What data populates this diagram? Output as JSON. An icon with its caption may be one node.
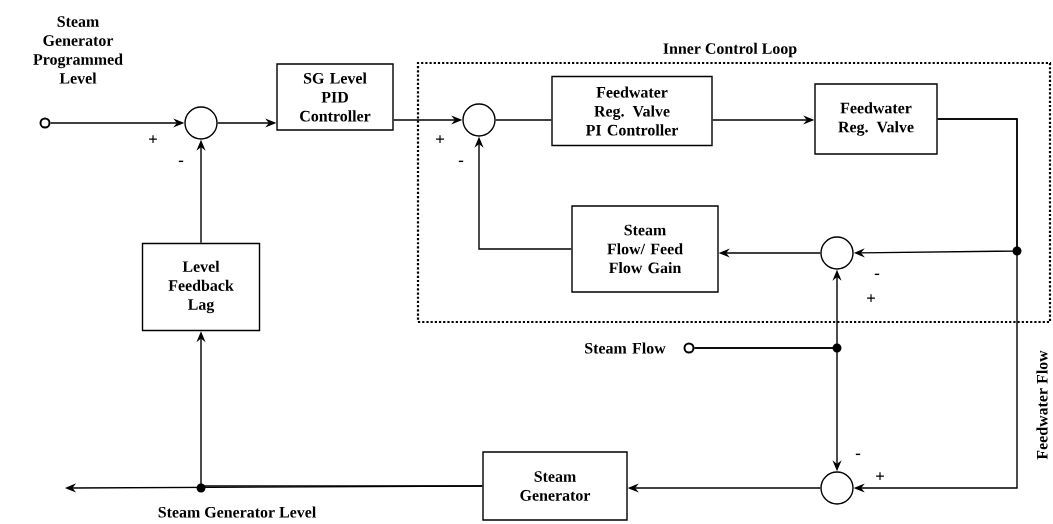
{
  "diagram": {
    "nodes": [
      {
        "text": [
          "Steam Generator Programmed Level"
        ]
      },
      {
        "text": [],
        "shape": "circle"
      },
      {
        "text": [
          "SG Level PID Controller"
        ]
      },
      {
        "text": [
          "Inner Control Loop"
        ]
      },
      {
        "text": [],
        "shape": "circle",
        "in": 3
      },
      {
        "text": [
          "Feedwater Reg. Valve PI Controller"
        ],
        "in": 3
      },
      {
        "text": [
          "Feedwater Reg. Valve"
        ],
        "in": 3
      },
      {
        "text": [
          "Steam Flow/ Feed Flow Gain"
        ],
        "in": 3
      },
      {
        "text": [],
        "shape": "circle",
        "in": 3
      },
      {
        "text": [
          "Steam Flow"
        ]
      },
      {
        "text": [
          "Level Feedback Lag"
        ]
      },
      {
        "text": [
          "Steam Generator"
        ]
      },
      {
        "text": [],
        "shape": "circle"
      }
    ],
    "edges": [
      {
        "from": 0,
        "to": 1,
        "arrow": "to"
      },
      {
        "from": 1,
        "to": 2,
        "arrow": "to"
      },
      {
        "from": 2,
        "to": 4,
        "arrow": "to"
      },
      {
        "from": 4,
        "to": 5,
        "arrow": "none"
      },
      {
        "from": 5,
        "to": 6,
        "arrow": "to"
      },
      {
        "from": 6,
        "to": 8,
        "arrow": "to"
      },
      {
        "from": 6,
        "to": 12,
        "arrow": "to",
        "label": "Feedwater Flow"
      },
      {
        "from": 8,
        "to": 7,
        "arrow": "to"
      },
      {
        "from": 7,
        "to": 4,
        "arrow": "to"
      },
      {
        "from": 9,
        "to": 8,
        "arrow": "to"
      },
      {
        "from": 9,
        "to": 12,
        "arrow": "to"
      },
      {
        "from": 12,
        "to": 11,
        "arrow": "to"
      },
      {
        "from": 11,
        "to": null,
        "arrow": "to",
        "label": "Steam Generator Level"
      },
      {
        "from": 11,
        "to": 10,
        "arrow": "to"
      },
      {
        "from": 10,
        "to": 1,
        "arrow": "to"
      }
    ],
    "labels": [
      "+",
      "-",
      "+",
      "-",
      "-",
      "+",
      "-",
      "+"
    ]
  }
}
